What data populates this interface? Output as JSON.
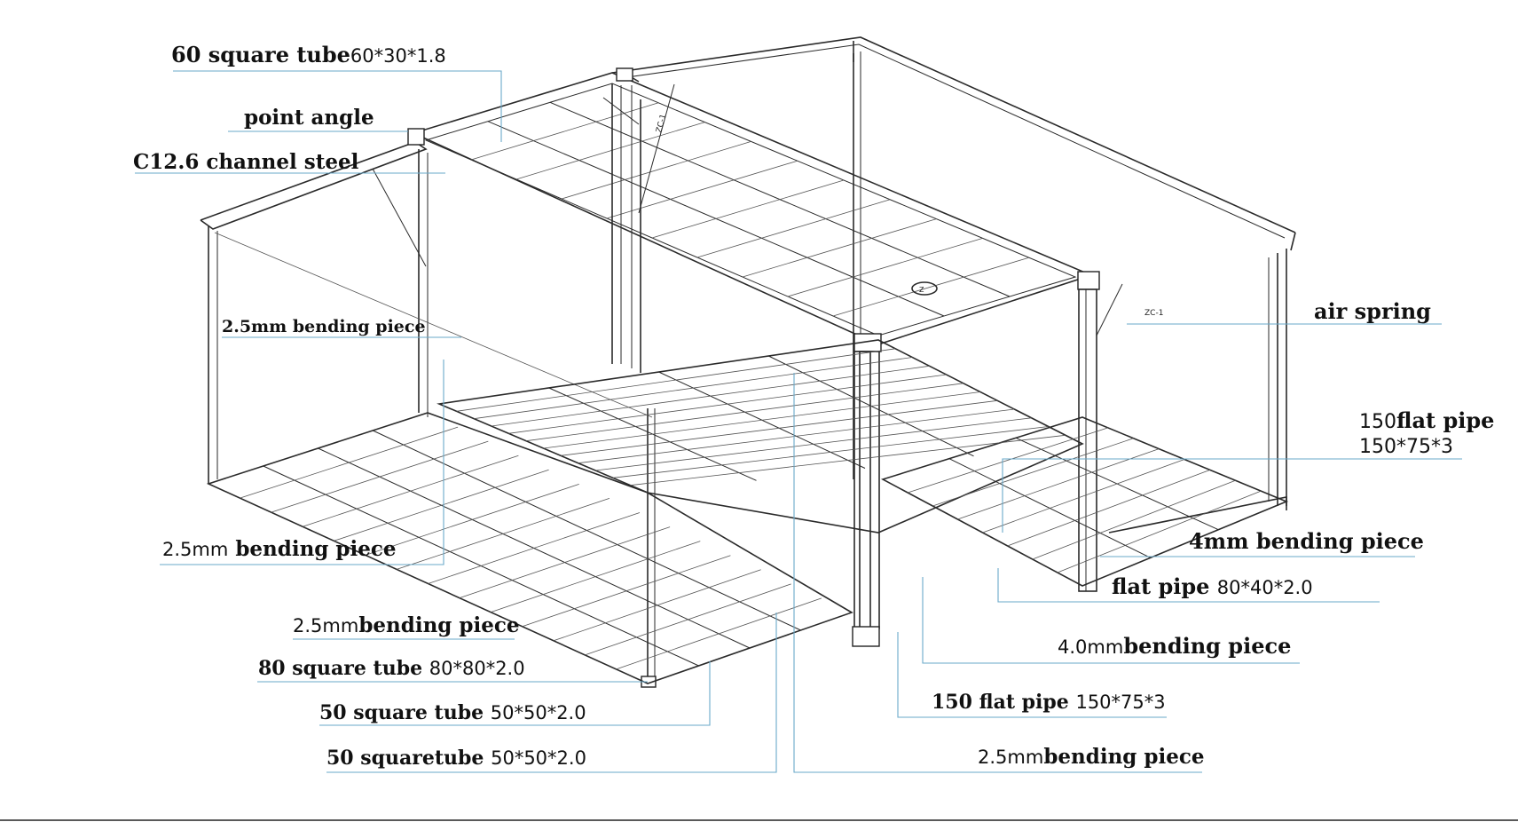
{
  "labels": {
    "square_tube_60": {
      "name": "60 square tube",
      "spec": "60*30*1.8"
    },
    "point_angle": {
      "name": "point angle"
    },
    "channel_steel": {
      "name": "C12.6 channel steel"
    },
    "bending_piece_upper_left": {
      "name": "2.5mm bending piece"
    },
    "bending_piece_left": {
      "prefix": "2.5mm",
      "name": "bending piece"
    },
    "bending_piece_front_left": {
      "prefix": "2.5mm",
      "name": "bending piece"
    },
    "square_tube_80": {
      "name": "80 square tube",
      "spec": "80*80*2.0"
    },
    "square_tube_50_a": {
      "name": "50 square tube",
      "spec": "50*50*2.0"
    },
    "square_tube_50_b": {
      "name": "50 squaretube",
      "spec": "50*50*2.0"
    },
    "air_spring": {
      "name": "air spring"
    },
    "flat_pipe_150_right": {
      "prefix": "150",
      "name": "flat pipe",
      "spec": "150*75*3"
    },
    "bending_piece_4mm": {
      "name": "4mm bending piece"
    },
    "flat_pipe_80": {
      "name": "flat pipe",
      "spec": "80*40*2.0"
    },
    "bending_piece_4_0mm": {
      "prefix": "4.0mm",
      "name": "bending piece"
    },
    "flat_pipe_150_bottom": {
      "name": "150 flat pipe",
      "spec": "150*75*3"
    },
    "bending_piece_bottom_right": {
      "prefix": "2.5mm",
      "name": "bending piece"
    }
  },
  "drawing_marks": {
    "tag_top": "ZC-1",
    "tag_right": "ZC-1",
    "tag_center": "Z"
  }
}
